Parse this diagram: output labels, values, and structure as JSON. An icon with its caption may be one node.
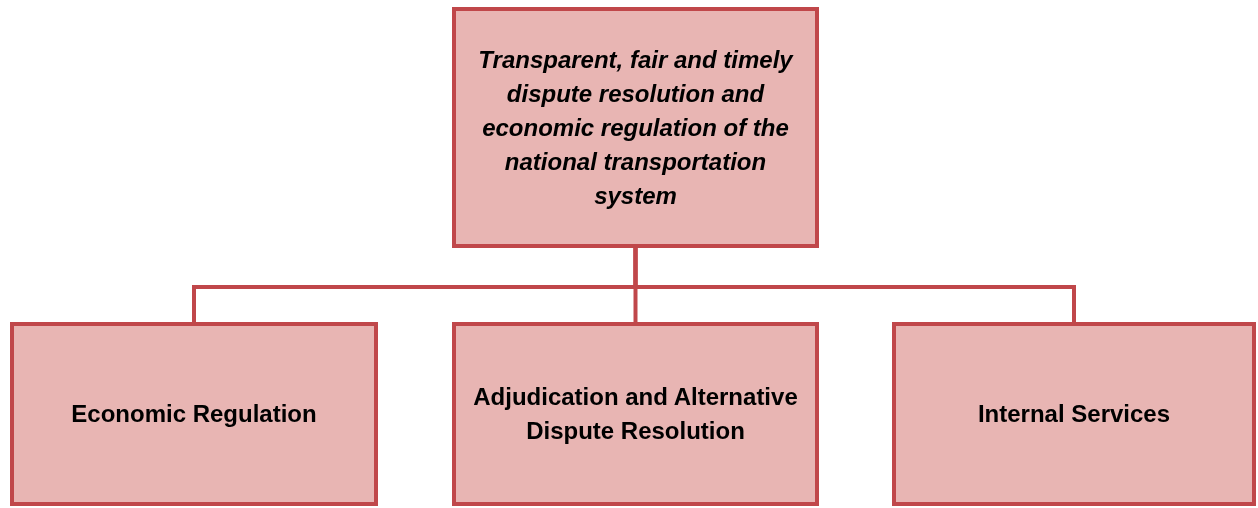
{
  "diagram": {
    "nodes": [
      {
        "text": [
          "Transparent, fair and timely dispute resolution and economic regulation of the national transportation system"
        ]
      },
      {
        "text": [
          "Economic Regulation"
        ]
      },
      {
        "text": [
          "Adjudication and Alternative Dispute Resolution"
        ]
      },
      {
        "text": [
          "Internal Services"
        ]
      }
    ],
    "edges": [
      {
        "from": 0,
        "to": 1,
        "arrow": "none"
      },
      {
        "from": 0,
        "to": 2,
        "arrow": "none"
      },
      {
        "from": 0,
        "to": 3,
        "arrow": "none"
      }
    ]
  }
}
